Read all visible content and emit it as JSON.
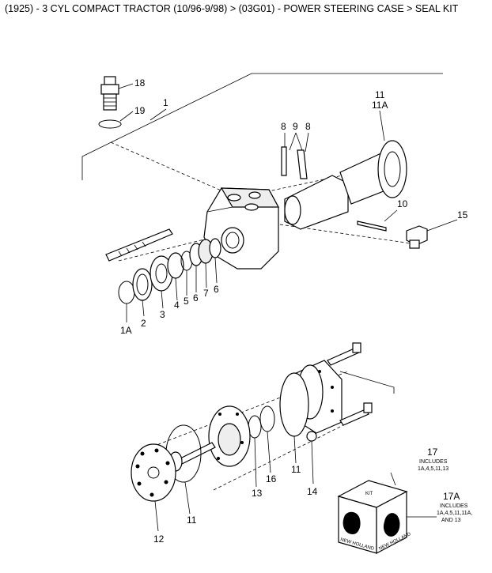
{
  "title": "(1925) - 3 CYL COMPACT TRACTOR (10/96-9/98) > (03G01) - POWER STEERING CASE > SEAL KIT",
  "callouts": {
    "c18": "18",
    "c19": "19",
    "c1": "1",
    "c8a": "8",
    "c9": "9",
    "c8b": "8",
    "c11top": "11",
    "c11a_top": "11A",
    "c10": "10",
    "c15": "15",
    "c1a": "1A",
    "c2": "2",
    "c3": "3",
    "c4": "4",
    "c5": "5",
    "c6a": "6",
    "c7": "7",
    "c6b": "6",
    "c17": "17",
    "c17a": "17A",
    "c16": "16",
    "c13": "13",
    "c14": "14",
    "c11mid": "11",
    "c11low": "11",
    "c12": "12"
  },
  "notes": {
    "n17_line1": "INCLUDES",
    "n17_line2": "1A,4,5,11,13",
    "n17a_line1": "INCLUDES",
    "n17a_line2": "1A,4,5,11,11A,",
    "n17a_line3": "AND 13"
  },
  "kit_box": {
    "label": "KIT",
    "brand_left": "NEW HOLLAND",
    "brand_right": "NEW HOLLAND"
  }
}
